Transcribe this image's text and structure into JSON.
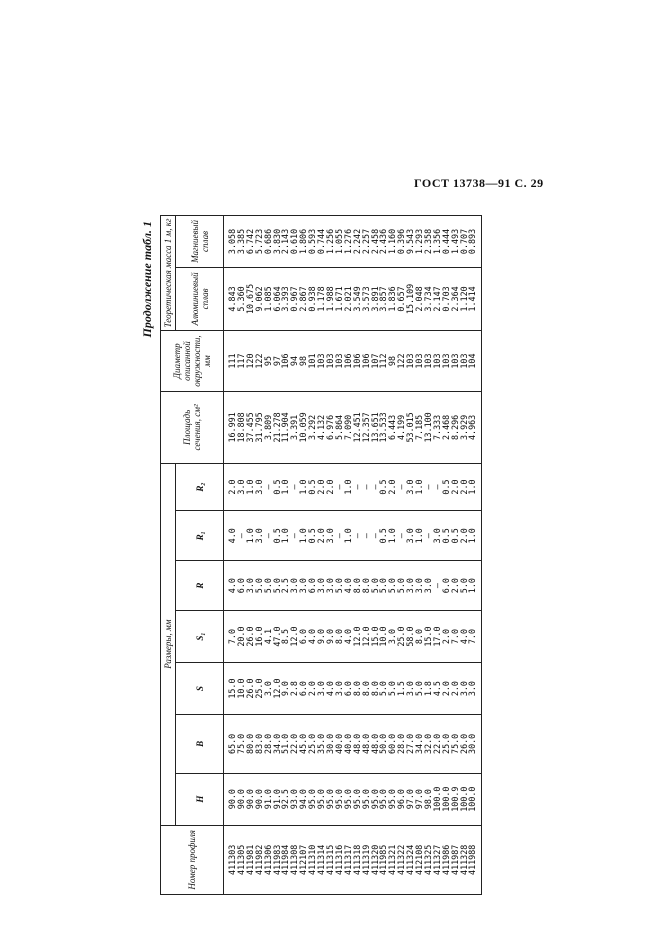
{
  "header": {
    "doc_code": "ГОСТ 13738—91 С. 29"
  },
  "table": {
    "continuation": "Продолжение табл. 1",
    "columns": {
      "number": "Номер профиля",
      "sizes_group": "Размеры, мм",
      "H": "H",
      "B": "B",
      "S": "S",
      "S1": "S₁",
      "R": "R",
      "R1": "R₁",
      "R2": "R₂",
      "area": "Площадь сечения, см²",
      "diameter": "Диаметр описанной окружности, мм",
      "mass_group": "Теоретическая масса 1 м, кг",
      "mass_al": "Алюминиевый сплав",
      "mass_mg": "Магниевый сплав"
    },
    "col_number": [
      "411303",
      "411305",
      "411981",
      "411982",
      "411306",
      "411983",
      "411984",
      "411308",
      "412107",
      "411310",
      "411314",
      "411315",
      "411316",
      "411317",
      "411318",
      "411319",
      "411320",
      "411985",
      "411321",
      "411322",
      "411324",
      "412108",
      "411325",
      "411327",
      "411986",
      "411987",
      "411328",
      "411988"
    ],
    "col_H": [
      "90.0",
      "90.0",
      "90.0",
      "90.0",
      "91.0",
      "91.0",
      "92.5",
      "93.0",
      "94.0",
      "95.0",
      "95.0",
      "95.0",
      "95.0",
      "95.0",
      "95.0",
      "95.0",
      "95.0",
      "95.0",
      "95.0",
      "96.0",
      "97.0",
      "97.0",
      "98.0",
      "100.0",
      "100.0",
      "100.9",
      "100.0",
      "100.0"
    ],
    "col_B": [
      "65.0",
      "75.0",
      "80.0",
      "83.0",
      "28.0",
      "34.0",
      "51.0",
      "22.0",
      "45.0",
      "25.0",
      "35.0",
      "30.0",
      "40.0",
      "40.0",
      "48.0",
      "48.0",
      "48.0",
      "50.0",
      "60.0",
      "28.0",
      "27.0",
      "34.0",
      "32.0",
      "22.0",
      "25.0",
      "75.0",
      "26.0",
      "30.0"
    ],
    "col_S": [
      "15.0",
      "10.0",
      "26.0",
      "25.0",
      "3.0",
      "12.0",
      "9.0",
      "2.8",
      "6.0",
      "2.0",
      "3.0",
      "4.0",
      "3.0",
      "6.0",
      "8.0",
      "8.0",
      "8.0",
      "5.0",
      "5.0",
      "1.5",
      "3.0",
      "5.0",
      "1.8",
      "4.5",
      "2.0",
      "2.0",
      "3.0",
      "3.0"
    ],
    "col_S1": [
      "7.0",
      "20.0",
      "26.0",
      "16.0",
      "4.1",
      "47.0",
      "8.5",
      "12.0",
      "6.0",
      "4.0",
      "9.0",
      "9.0",
      "8.0",
      "4.0",
      "12.0",
      "12.0",
      "15.0",
      "10.0",
      "3.0",
      "25.0",
      "58.0",
      "8.0",
      "15.0",
      "17.0",
      "2.0",
      "7.0",
      "4.0",
      "7.0"
    ],
    "col_R": [
      "4.0",
      "6.0",
      "3.0",
      "5.0",
      "5.0",
      "5.0",
      "2.5",
      "3.0",
      "3.0",
      "6.0",
      "3.0",
      "3.0",
      "5.0",
      "4.0",
      "8.0",
      "8.0",
      "5.0",
      "5.0",
      "5.0",
      "5.0",
      "3.0",
      "3.0",
      "3.0",
      "—",
      "6.0",
      "2.0",
      "5.0",
      "1.0"
    ],
    "col_R1": [
      "4.0",
      "—",
      "1.0",
      "3.0",
      "—",
      "0.5",
      "1.0",
      "—",
      "1.0",
      "0.5",
      "2.0",
      "3.0",
      "—",
      "1.0",
      "—",
      "—",
      "—",
      "0.5",
      "1.0",
      "—",
      "3.0",
      "1.0",
      "—",
      "3.0",
      "0.5",
      "0.5",
      "2.0",
      "1.0"
    ],
    "col_R2": [
      "2.0",
      "3.0",
      "1.0",
      "3.0",
      "—",
      "0.5",
      "1.0",
      "—",
      "1.0",
      "0.5",
      "2.0",
      "2.0",
      "—",
      "1.0",
      "—",
      "—",
      "—",
      "0.5",
      "2.0",
      "—",
      "3.0",
      "1.0",
      "—",
      "—",
      "0.5",
      "2.0",
      "2.0",
      "1.0"
    ],
    "col_area": [
      "16.991",
      "18.808",
      "37.455",
      "31.795",
      "3.809",
      "21.278",
      "11.904",
      "3.391",
      "10.059",
      "3.292",
      "4.132",
      "6.976",
      "5.864",
      "7.090",
      "12.451",
      "12.357",
      "13.651",
      "13.533",
      "6.443",
      "4.199",
      "53.015",
      "7.185",
      "13.100",
      "7.333",
      "2.468",
      "8.296",
      "3.929",
      "4.963"
    ],
    "col_diameter": [
      "111",
      "117",
      "120",
      "122",
      "95",
      "97",
      "106",
      "94",
      "98",
      "101",
      "103",
      "103",
      "103",
      "106",
      "106",
      "106",
      "107",
      "112",
      "98",
      "122",
      "103",
      "103",
      "103",
      "103",
      "103",
      "103",
      "103",
      "104"
    ],
    "col_mass_al": [
      "4.843",
      "5.360",
      "10.675",
      "9.062",
      "1.085",
      "6.064",
      "3.393",
      "0.967",
      "2.867",
      "0.938",
      "1.178",
      "1.988",
      "1.671",
      "2.021",
      "3.549",
      "3.573",
      "3.891",
      "3.857",
      "1.836",
      "0.657",
      "15.109",
      "2.048",
      "3.734",
      "2.147",
      "0.703",
      "2.364",
      "1.120",
      "1.414"
    ],
    "col_mass_mg": [
      "3.058",
      "3.385",
      "6.742",
      "5.723",
      "0.686",
      "3.830",
      "2.143",
      "0.610",
      "1.806",
      "0.593",
      "0.744",
      "1.256",
      "1.055",
      "1.276",
      "2.242",
      "2.257",
      "2.458",
      "2.436",
      "1.160",
      "0.396",
      "9.543",
      "1.293",
      "2.358",
      "1.356",
      "0.444",
      "1.493",
      "0.707",
      "0.893"
    ]
  }
}
